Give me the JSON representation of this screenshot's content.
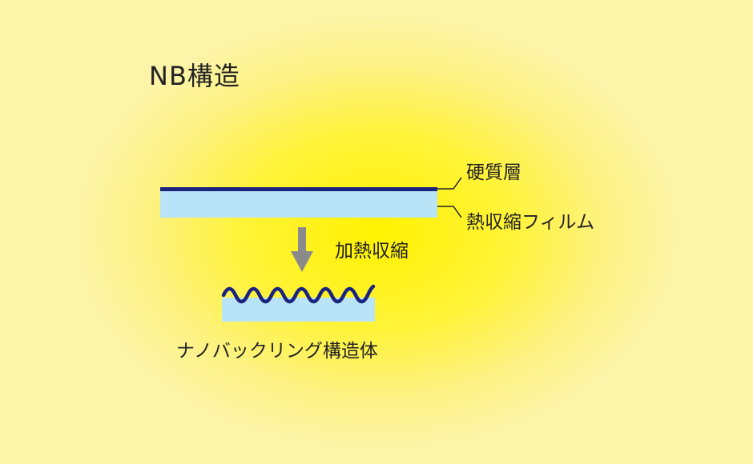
{
  "title": "NB構造",
  "labels": {
    "hard_layer": "硬質層",
    "shrink_film": "熱収縮フィルム",
    "process": "加熱収縮",
    "result": "ナノバックリング構造体"
  },
  "colors": {
    "background": "#fcf4a8",
    "glow_center": "#fff200",
    "hard_layer": "#1a237e",
    "film": "#b9e4f7",
    "arrow": "#8a8a8a",
    "wave": "#1a237e",
    "text": "#222222"
  }
}
